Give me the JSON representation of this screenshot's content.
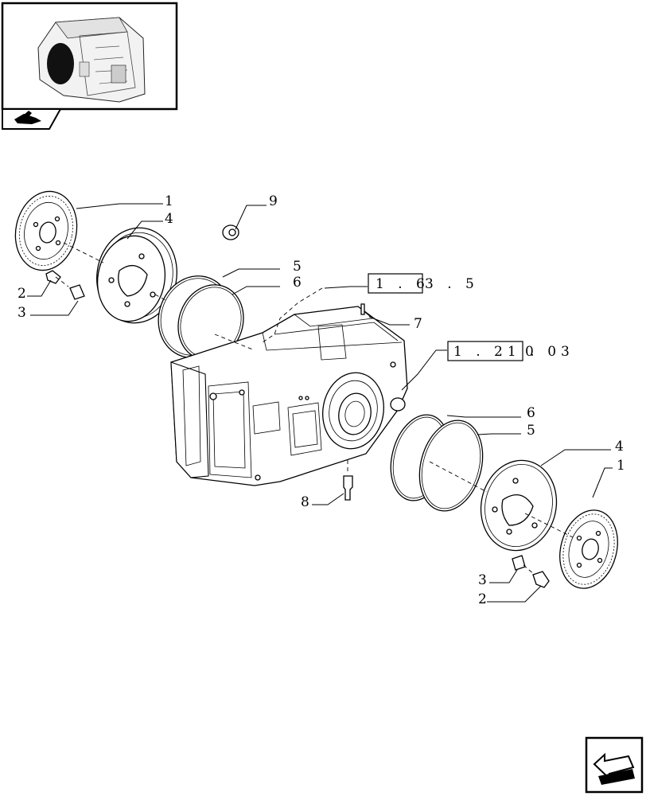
{
  "callouts": {
    "c1_left": "1",
    "c4_left": "4",
    "c9": "9",
    "c5_top": "5",
    "c6_top": "6",
    "c2_left": "2",
    "c3_left": "3",
    "c7": "7",
    "c6_right": "6",
    "c5_right": "5",
    "c4_right": "4",
    "c1_right": "1",
    "c8": "8",
    "c3_right": "3",
    "c2_right": "2"
  },
  "references": {
    "ref_top": {
      "boxed": "1 . 6",
      "rest": "3 . 5"
    },
    "ref_right": {
      "boxed": "1 . 21 .",
      "rest": "0   03"
    }
  },
  "icons": {
    "thumbnail": "transmission-thumbnail",
    "tab": "tractor-icon",
    "nav": "next-page-arrow-icon"
  }
}
